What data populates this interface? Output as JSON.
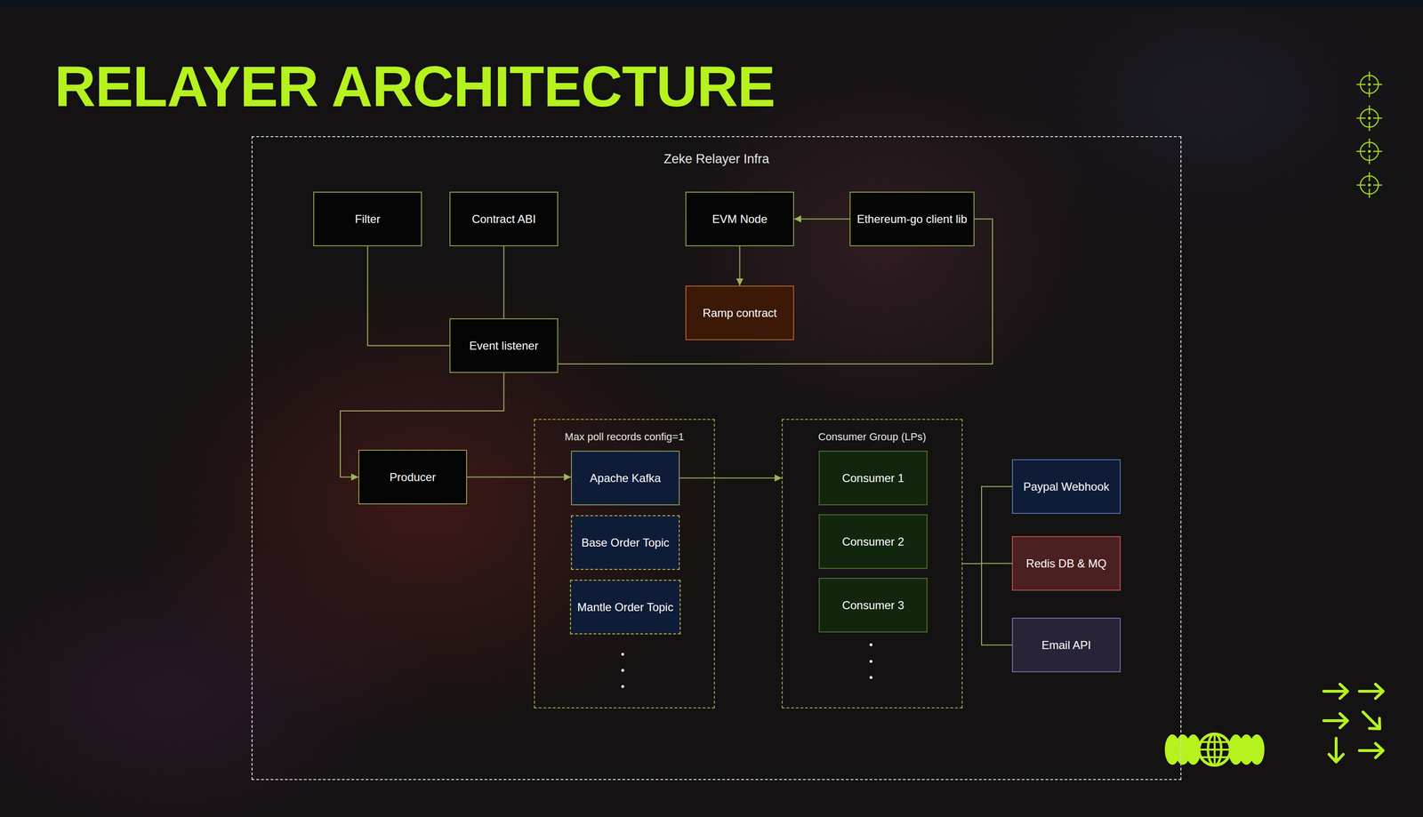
{
  "diagram": {
    "title": "RELAYER ARCHITECTURE",
    "nodes": [
      {
        "text": [
          "Zeke Relayer Infra"
        ]
      },
      {
        "text": [
          "Filter"
        ],
        "in": 0
      },
      {
        "text": [
          "Contract ABI"
        ],
        "in": 0
      },
      {
        "text": [
          "EVM Node"
        ],
        "in": 0
      },
      {
        "text": [
          "Ethereum-go client lib"
        ],
        "in": 0
      },
      {
        "text": [
          "Ramp contract"
        ],
        "in": 0
      },
      {
        "text": [
          "Event listener"
        ],
        "in": 0
      },
      {
        "text": [
          "Producer"
        ],
        "in": 0
      },
      {
        "text": [
          "Max poll records config=1"
        ],
        "in": 0
      },
      {
        "text": [
          "Apache Kafka"
        ],
        "in": 8
      },
      {
        "text": [
          "Base Order Topic"
        ],
        "in": 8
      },
      {
        "text": [
          "Mantle Order Topic"
        ],
        "in": 8
      },
      {
        "text": [
          "Consumer Group (LPs)"
        ],
        "in": 0
      },
      {
        "text": [
          "Consumer 1"
        ],
        "in": 12
      },
      {
        "text": [
          "Consumer 2"
        ],
        "in": 12
      },
      {
        "text": [
          "Consumer 3"
        ],
        "in": 12
      },
      {
        "text": [
          "Paypal Webhook"
        ],
        "in": 0
      },
      {
        "text": [
          "Redis DB & MQ"
        ],
        "in": 0
      },
      {
        "text": [
          "Email API"
        ],
        "in": 0
      }
    ],
    "edges": [
      {
        "from": 1,
        "to": 6,
        "arrow": "none"
      },
      {
        "from": 2,
        "to": 6,
        "arrow": "none"
      },
      {
        "from": 4,
        "to": 3,
        "arrow": "to"
      },
      {
        "from": 3,
        "to": 5,
        "arrow": "to"
      },
      {
        "from": 4,
        "to": 6,
        "arrow": "none"
      },
      {
        "from": 6,
        "to": 7,
        "arrow": "to"
      },
      {
        "from": 7,
        "to": 9,
        "arrow": "to"
      },
      {
        "from": 9,
        "to": 12,
        "arrow": "to"
      },
      {
        "from": 12,
        "to": 16,
        "arrow": "none"
      },
      {
        "from": 12,
        "to": 17,
        "arrow": "none"
      },
      {
        "from": 12,
        "to": 18,
        "arrow": "none"
      }
    ]
  }
}
